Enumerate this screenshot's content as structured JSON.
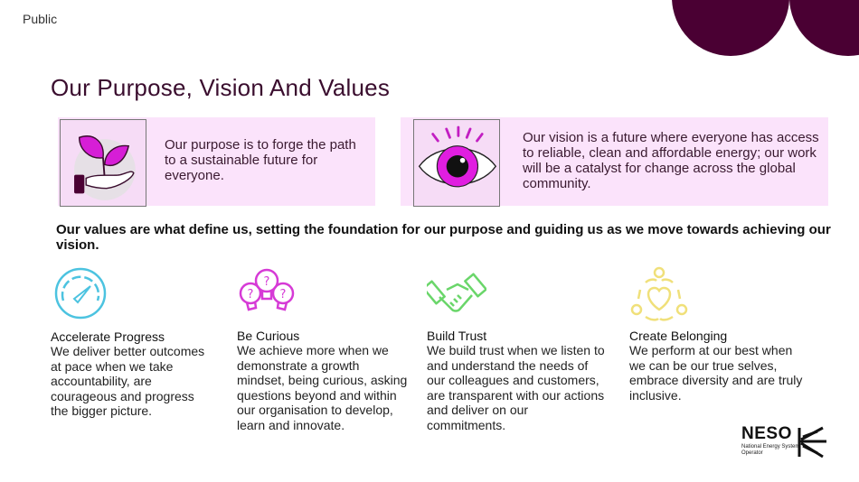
{
  "classification": "Public",
  "title": "Our Purpose, Vision And Values",
  "colors": {
    "brand_dark": "#4a0033",
    "panel_bg": "#fbe3fb",
    "magenta": "#e01ee0",
    "accelerate": "#4cc3e0",
    "curious": "#d63ad6",
    "trust": "#6ad66a",
    "belonging": "#f0e07a"
  },
  "purpose": {
    "icon": "hand-plant-icon",
    "text": "Our purpose is to forge the path to a sustainable future for everyone."
  },
  "vision": {
    "icon": "eye-icon",
    "text": "Our vision is a future where everyone has access to reliable, clean and affordable energy; our work will be a catalyst for change across the global community."
  },
  "values_intro": "Our values are what define us, setting the foundation for our purpose and guiding us as we move towards achieving our vision.",
  "values": [
    {
      "icon": "speedometer-icon",
      "name": "Accelerate Progress",
      "description": "We deliver better outcomes at pace when we take accountability, are courageous and progress the bigger picture."
    },
    {
      "icon": "lightbulbs-question-icon",
      "name": "Be Curious",
      "description": "We achieve more when we demonstrate a growth mindset, being curious, asking questions beyond and within our organisation to develop, learn and innovate."
    },
    {
      "icon": "handshake-icon",
      "name": "Build Trust",
      "description": "We build trust when we listen to and understand the needs of our colleagues and customers, are transparent with our actions and deliver on our commitments."
    },
    {
      "icon": "community-heart-icon",
      "name": "Create Belonging",
      "description": "We perform at our best when we can be our true selves, embrace diversity and are truly inclusive."
    }
  ],
  "logo": {
    "name": "NESO",
    "subtitle": "National Energy System Operator"
  }
}
